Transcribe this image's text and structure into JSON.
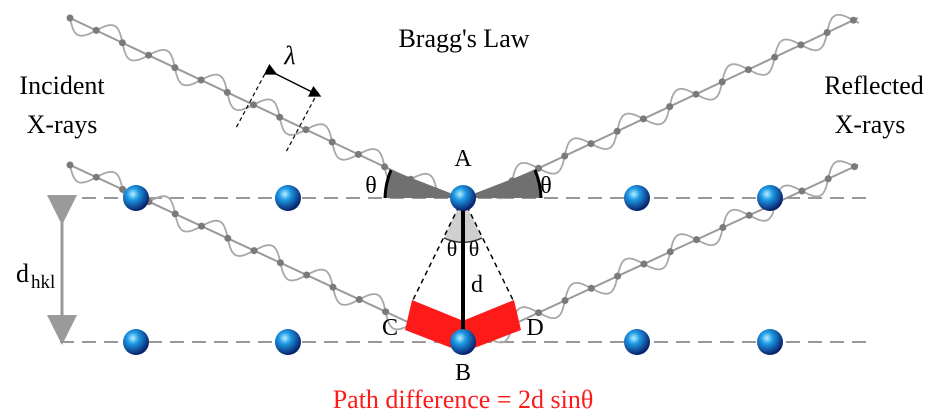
{
  "title": "Bragg's Law",
  "labels": {
    "incident_line1": "Incident",
    "incident_line2": "X-rays",
    "reflected_line1": "Reflected",
    "reflected_line2": "X-rays",
    "wavelength": "λ",
    "point_a": "A",
    "point_b": "B",
    "point_c": "C",
    "point_d": "D",
    "theta": "θ",
    "spacing_d": "d",
    "dhkl_main": "d",
    "dhkl_sub": "hkl",
    "path_difference": "Path difference = 2d sinθ"
  },
  "colors": {
    "atom": "#1a5fd0",
    "atom_highlight": "#8fd8ff",
    "path_difference": "#ff1a1a",
    "wave": "#999999",
    "plane": "#999999",
    "angle_fill": "#707070",
    "arrow": "#9a9a9a"
  }
}
